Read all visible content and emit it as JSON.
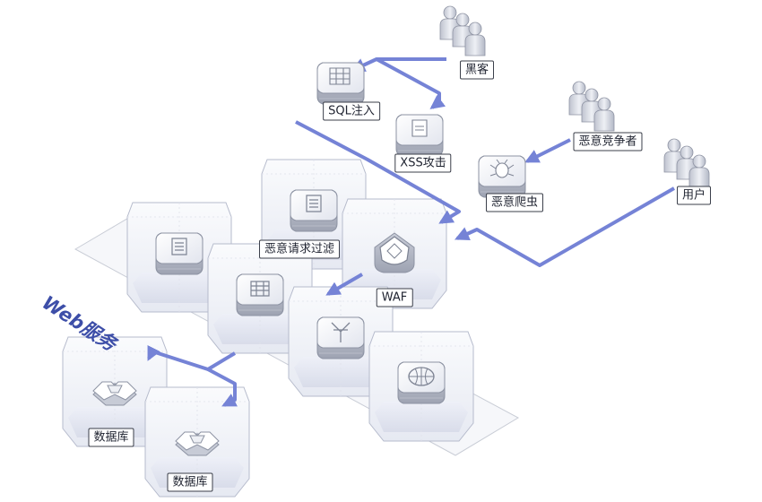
{
  "nodes": {
    "hacker": "黑客",
    "competitor": "恶意竞争者",
    "user": "用户",
    "sql_injection": "SQL注入",
    "xss_attack": "XSS攻击",
    "malicious_crawler": "恶意爬虫",
    "request_filter": "恶意请求过滤",
    "waf": "WAF",
    "database_a": "数据库",
    "database_b": "数据库"
  },
  "region_title": "Web服务",
  "colors": {
    "arrow": "#7583d6",
    "region_title": "#3d4ea8",
    "panel_fill": "#eef0f6",
    "panel_stroke": "#b6bbcc",
    "label_border": "#3b3f4a"
  }
}
